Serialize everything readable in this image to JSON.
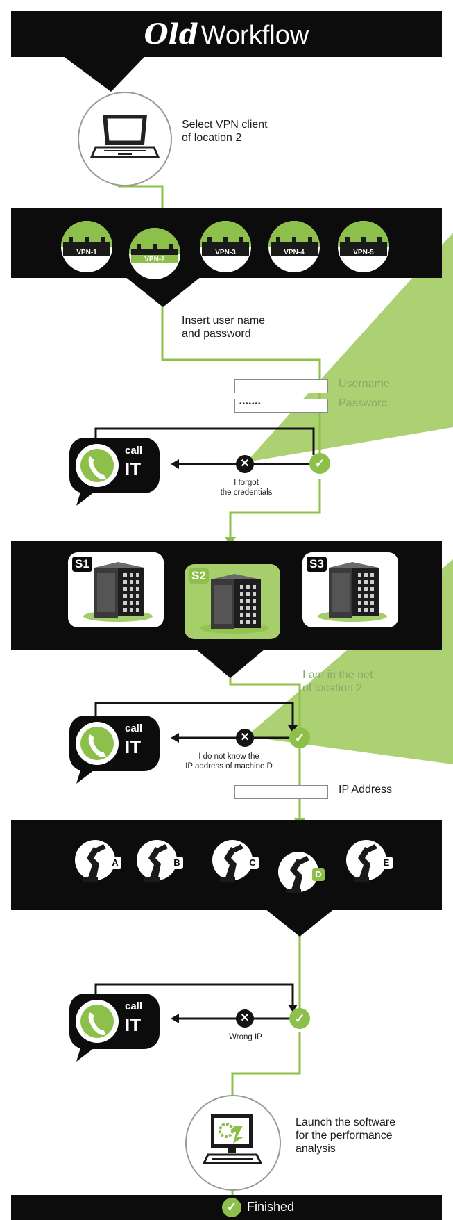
{
  "title": {
    "script_word": "Old",
    "word": "Workflow"
  },
  "steps": {
    "select_vpn": {
      "line1": "Select VPN client",
      "line2": "of location 2"
    },
    "insert_credentials": {
      "line1": "Insert user name",
      "line2": "and password"
    },
    "in_net": {
      "line1": "I am in the net",
      "line2": "of location 2"
    },
    "launch": {
      "line1": "Launch the software",
      "line2": "for the performance",
      "line3": "analysis"
    }
  },
  "vpn_clients": [
    "VPN-1",
    "VPN-2",
    "VPN-3",
    "VPN-4",
    "VPN-5"
  ],
  "fields": {
    "username_label": "Username",
    "password_label": "Password",
    "password_mask": "•••••••",
    "ip_label": "IP Address"
  },
  "servers": [
    "S1",
    "S2",
    "S3"
  ],
  "machines": [
    "A",
    "B",
    "C",
    "D",
    "E"
  ],
  "call_it": {
    "word1": "call",
    "word2": "IT"
  },
  "failures": {
    "forgot": {
      "line1": "I forgot",
      "line2": "the credentials"
    },
    "no_ip": {
      "line1": "I do not know the",
      "line2": "IP address of machine D"
    },
    "wrong_ip": {
      "line1": "Wrong IP"
    }
  },
  "finished": "Finished",
  "colors": {
    "band": "#0c0c0c",
    "green": "#8dc04a",
    "light_green": "#a6cf6b",
    "label_green": "#88a86a"
  }
}
